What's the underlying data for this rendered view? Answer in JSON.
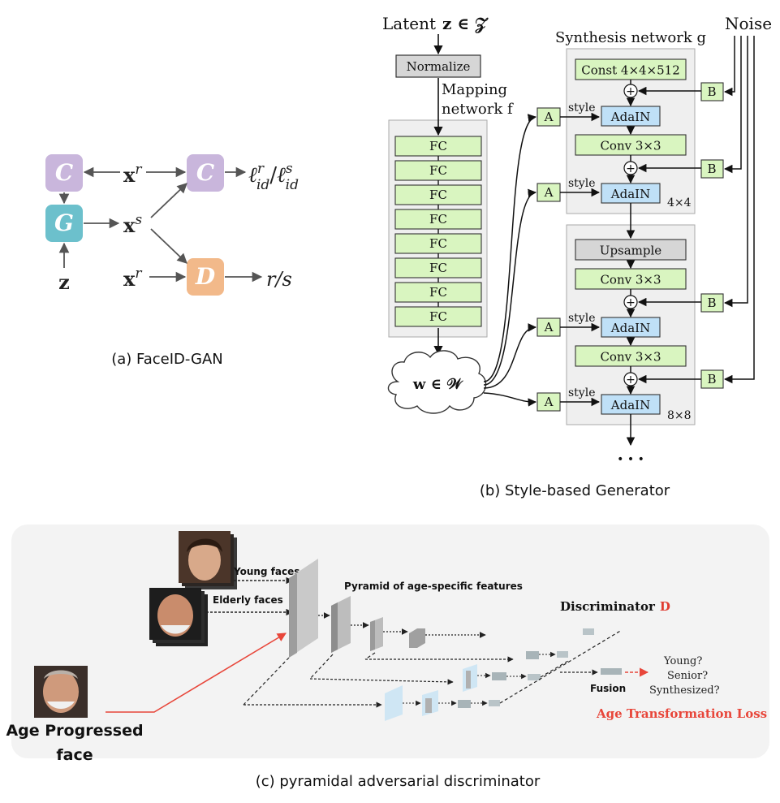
{
  "fig_a": {
    "caption": "(a) FaceID-GAN",
    "block_c1": "C",
    "block_g": "G",
    "block_c2": "C",
    "block_d": "D",
    "xr1_base": "x",
    "xr1_sup": "r",
    "xs_base": "x",
    "xs_sup": "s",
    "xr2_base": "x",
    "xr2_sup": "r",
    "z": "z",
    "loss_l1": "ℓ",
    "loss_l1_sup": "r",
    "loss_l1_sub": "id",
    "loss_slash": "/",
    "loss_l2": "ℓ",
    "loss_l2_sup": "s",
    "loss_l2_sub": "id",
    "output_rs": "r/s",
    "colors": {
      "c_block": "#c9b6dc",
      "g_block": "#6cc0cc",
      "d_block": "#f2b98a",
      "letter": "#ffffff"
    }
  },
  "fig_b": {
    "caption": "(b) Style-based Generator",
    "latent_label": "Latent",
    "latent_z": "z ∈ 𝒵",
    "normalize": "Normalize",
    "mapping_line1": "Mapping",
    "mapping_line2": "network f",
    "fc_label": "FC",
    "w_label": "w ∈ 𝒲",
    "synthesis_title": "Synthesis network g",
    "noise": "Noise",
    "const": "Const 4×4×512",
    "conv": "Conv 3×3",
    "upsample": "Upsample",
    "adain": "AdaIN",
    "style": "style",
    "a": "A",
    "b": "B",
    "res1": "4×4",
    "res2": "8×8",
    "dots": "• • •",
    "plus": "+",
    "colors": {
      "green_box": "#d9f5c0",
      "blue_box": "#bfe0f7",
      "gray_box": "#d6d6d6",
      "panel": "#efefef"
    }
  },
  "fig_c": {
    "caption": "(c) pyramidal adversarial discriminator",
    "young_faces": "Young faces",
    "elderly_faces": "Elderly faces",
    "pyramid_label": "Pyramid of age-specific features",
    "discriminator_label": "Discriminator",
    "discriminator_d": "D",
    "fusion": "Fusion",
    "young_q": "Young?",
    "senior_q": "Senior?",
    "synth_q": "Synthesized?",
    "loss": "Age Transformation Loss",
    "age_line1": "Age Progressed",
    "age_line2": "face",
    "colors": {
      "loss_red": "#e8463a",
      "d_red": "#e03c31"
    }
  }
}
